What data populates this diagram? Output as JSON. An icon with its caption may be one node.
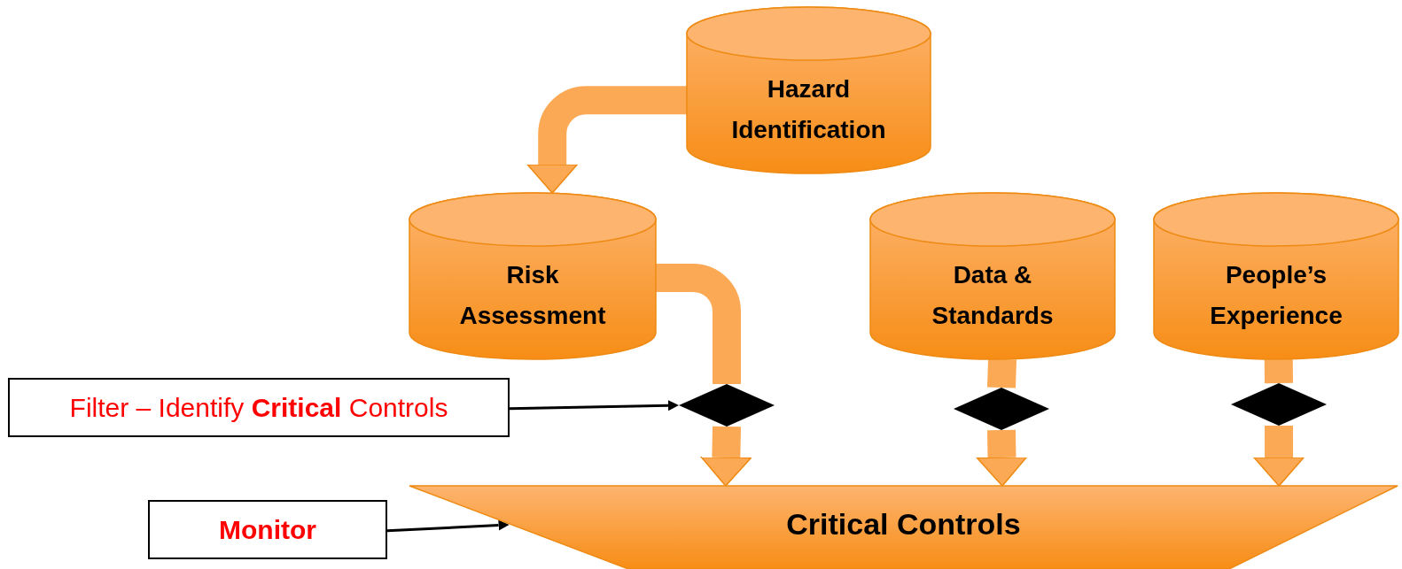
{
  "diagram": {
    "nodes": [
      {
        "text": [
          "Hazard Identification"
        ]
      },
      {
        "text": [
          "Risk Assessment"
        ]
      },
      {
        "text": [
          "Data & Standards"
        ]
      },
      {
        "text": [
          "People’s Experience"
        ]
      },
      {
        "text": [
          "Filter – Identify **Critical** Controls"
        ]
      },
      {
        "text": [],
        "shape": "diamond"
      },
      {
        "text": [],
        "shape": "diamond"
      },
      {
        "text": [],
        "shape": "diamond"
      },
      {
        "text": [
          "Critical Controls"
        ]
      },
      {
        "text": [
          "Monitor"
        ]
      }
    ],
    "edges": [
      {
        "from": 0,
        "to": 1,
        "arrow": "to"
      },
      {
        "from": 1,
        "to": 5,
        "arrow": "none"
      },
      {
        "from": 5,
        "to": 8,
        "arrow": "to"
      },
      {
        "from": 2,
        "to": 6,
        "arrow": "none"
      },
      {
        "from": 6,
        "to": 8,
        "arrow": "to"
      },
      {
        "from": 3,
        "to": 7,
        "arrow": "none"
      },
      {
        "from": 7,
        "to": 8,
        "arrow": "to"
      },
      {
        "from": 4,
        "to": 5,
        "arrow": "to",
        "color": "#000000"
      },
      {
        "from": 9,
        "to": 8,
        "arrow": "to",
        "color": "#000000"
      }
    ]
  }
}
